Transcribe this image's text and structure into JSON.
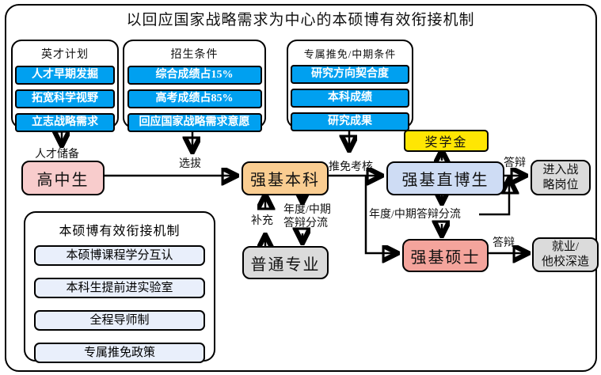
{
  "title": "以回应国家战略需求为中心的本硕博有效衔接机制",
  "colors": {
    "item_blue": "#00A0F0",
    "highschool_pink": "#F8CCCC",
    "benke_orange": "#FACD91",
    "scholarship_yellow": "#FFE603",
    "zhibo_periwinkle": "#CEDCF4",
    "master_salmon": "#F4A49C",
    "gray_box": "#DBDBDB",
    "mechanism_lavender": "#E9EFFB"
  },
  "groups": {
    "talent": {
      "title": "英才计划",
      "items": [
        "人才早期发掘",
        "拓宽科学视野",
        "立志战略需求"
      ]
    },
    "admission": {
      "title": "招生条件",
      "items": [
        "综合成绩占15%",
        "高考成绩占85%",
        "回应国家战略需求意愿"
      ]
    },
    "exclusive": {
      "title": "专属推免/中期条件",
      "items": [
        "研究方向契合度",
        "本科成绩",
        "研究成果"
      ]
    }
  },
  "nodes": {
    "high_school": "高中生",
    "qiangji_benke": "强基本科",
    "scholarship": "奖学金",
    "qiangji_zhibo": "强基直博生",
    "strategic_post": {
      "line1": "进入战",
      "line2": "略岗位"
    },
    "qiangji_master": "强基硕士",
    "employment": {
      "line1": "就业/",
      "line2": "他校深造"
    },
    "ordinary_major": "普通专业"
  },
  "mechanism": {
    "title": "本硕博有效衔接机制",
    "items": [
      "本硕博课程学分互认",
      "本科生提前进实验室",
      "全程导师制",
      "专属推免政策"
    ]
  },
  "edge_labels": {
    "talent_reserve": "人才储备",
    "selection": "选拔",
    "tuimian_assess": "推免考核",
    "defense_top": "答辩",
    "defense_bottom": "答辩",
    "supplement": "补充",
    "diversion_mid_line1": "年度/中期",
    "diversion_mid_line2": "答辩分流",
    "diversion_right": "年度/中期答辩分流"
  }
}
